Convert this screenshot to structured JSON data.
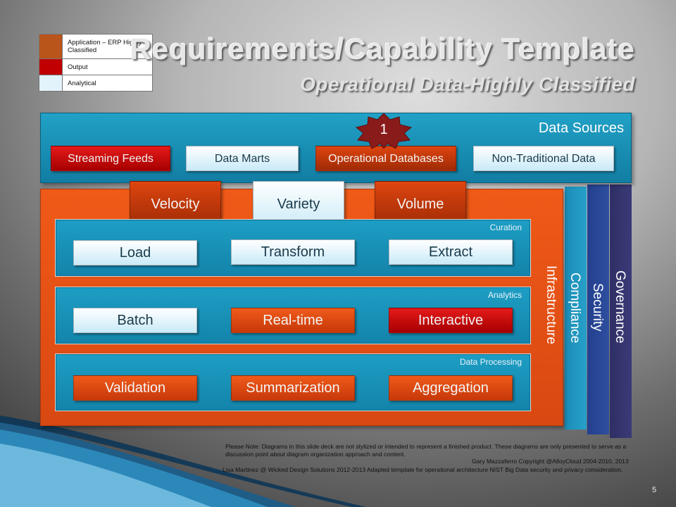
{
  "legend": [
    {
      "color": "#b9541b",
      "label": "Application – ERP Highly Classified"
    },
    {
      "color": "#c00000",
      "label": "Output"
    },
    {
      "color": "#e2f3fb",
      "label": "Analytical"
    }
  ],
  "title": "Requirements/Capability Template",
  "subtitle": "Operational Data-Highly Classified",
  "data_sources": {
    "label": "Data Sources",
    "badge": "1",
    "items": [
      "Streaming Feeds",
      "Data Marts",
      "Operational Databases",
      "Non-Traditional Data"
    ]
  },
  "v3": [
    "Velocity",
    "Variety",
    "Volume"
  ],
  "side_bars": {
    "governance": "Governance",
    "security": "Security",
    "compliance": "Compliance",
    "infrastructure": "Infrastructure"
  },
  "sections": [
    {
      "label": "Curation",
      "items": [
        "Load",
        "Transform",
        "Extract"
      ]
    },
    {
      "label": "Analytics",
      "items": [
        "Batch",
        "Real-time",
        "Interactive"
      ]
    },
    {
      "label": "Data Processing",
      "items": [
        "Validation",
        "Summarization",
        "Aggregation"
      ]
    }
  ],
  "footer": {
    "note": "Please Note: Diagrams in this slide deck are not stylized or intended to represent a finished product. These diagrams are only presented to serve as a discussion point about diagram organization approach and content.",
    "credit1": "Gary Mazzaferro Copyright @AlloyCloud 2004-2010, 2013",
    "credit2": "Lisa Martinez @ Wicked Design Solutions 2012-2013 Adapted template for operational architecture NIST Big Data security and privacy consideration.",
    "page_number": "5"
  }
}
